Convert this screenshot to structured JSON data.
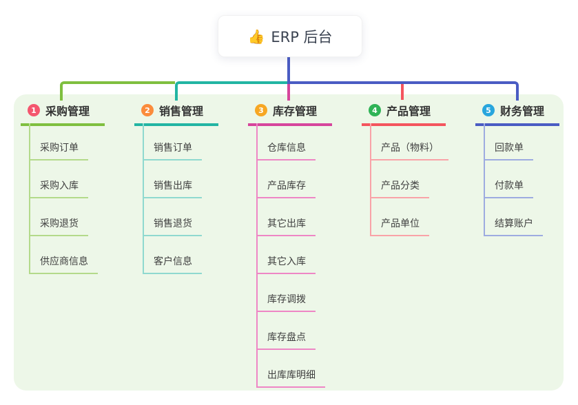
{
  "root": {
    "label": "ERP 后台",
    "icon": "thumbs-up-emoji",
    "icon_glyph": "👍"
  },
  "colors": {
    "panel_background": "#edf7e8",
    "root_connector": "#4a5cc3",
    "branch_1_line": "#7fbf3f",
    "branch_1_child_line": "#b3da8a",
    "branch_1_badge": "#f4566e",
    "branch_2_line": "#22b5a3",
    "branch_2_child_line": "#8fd9cf",
    "branch_2_badge": "#fb8c3c",
    "branch_3_line": "#d6459c",
    "branch_3_child_line": "#ee86c5",
    "branch_3_badge": "#f7a723",
    "branch_4_line": "#f4555e",
    "branch_4_child_line": "#f9a3a8",
    "branch_4_badge": "#2fb356",
    "branch_5_line": "#4a5cc3",
    "branch_5_child_line": "#9dabe0",
    "branch_5_badge": "#29a6dd"
  },
  "branches": [
    {
      "index": "1",
      "title": "采购管理",
      "children": [
        "采购订单",
        "采购入库",
        "采购退货",
        "供应商信息"
      ]
    },
    {
      "index": "2",
      "title": "销售管理",
      "children": [
        "销售订单",
        "销售出库",
        "销售退货",
        "客户信息"
      ]
    },
    {
      "index": "3",
      "title": "库存管理",
      "children": [
        "仓库信息",
        "产品库存",
        "其它出库",
        "其它入库",
        "库存调拨",
        "库存盘点",
        "出库库明细"
      ]
    },
    {
      "index": "4",
      "title": "产品管理",
      "children": [
        "产品（物料）",
        "产品分类",
        "产品单位"
      ]
    },
    {
      "index": "5",
      "title": "财务管理",
      "children": [
        "回款单",
        "付款单",
        "结算账户"
      ]
    }
  ]
}
